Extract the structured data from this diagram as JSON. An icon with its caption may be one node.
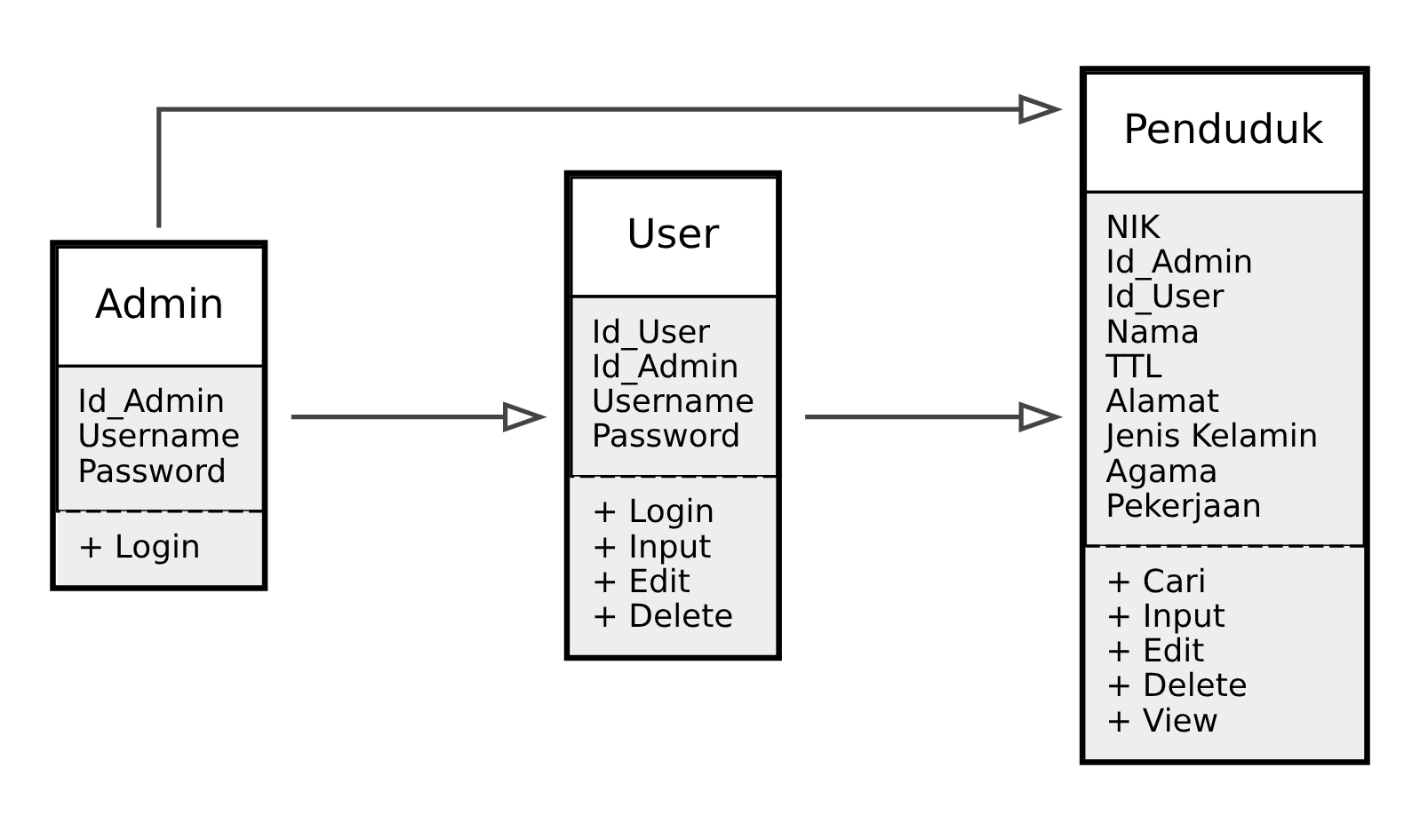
{
  "diagram": {
    "nodes": [
      {
        "text": [
          "User",
          "Id_User",
          "Id_Admin",
          "Username",
          "Password",
          "+ Login",
          "+ Input",
          "+ Edit",
          "+ Delete"
        ]
      },
      {
        "text": [
          "Admin",
          "Id_Admin",
          "Username",
          "Password",
          "+ Login"
        ]
      },
      {
        "text": [
          "Penduduk",
          "NIK",
          "Id_Admin",
          "Id_User",
          "Nama",
          "TTL",
          "Alamat",
          "Jenis Kelamin",
          "Agama",
          "Pekerjaan",
          "+ Cari",
          "+ Input",
          "+ Edit",
          "+ Delete",
          "+ View"
        ]
      }
    ],
    "edges": [
      {
        "from": 1,
        "to": 0,
        "arrow": "to"
      },
      {
        "from": 1,
        "to": 2,
        "arrow": "to"
      },
      {
        "from": 0,
        "to": 2,
        "arrow": "to"
      }
    ]
  }
}
